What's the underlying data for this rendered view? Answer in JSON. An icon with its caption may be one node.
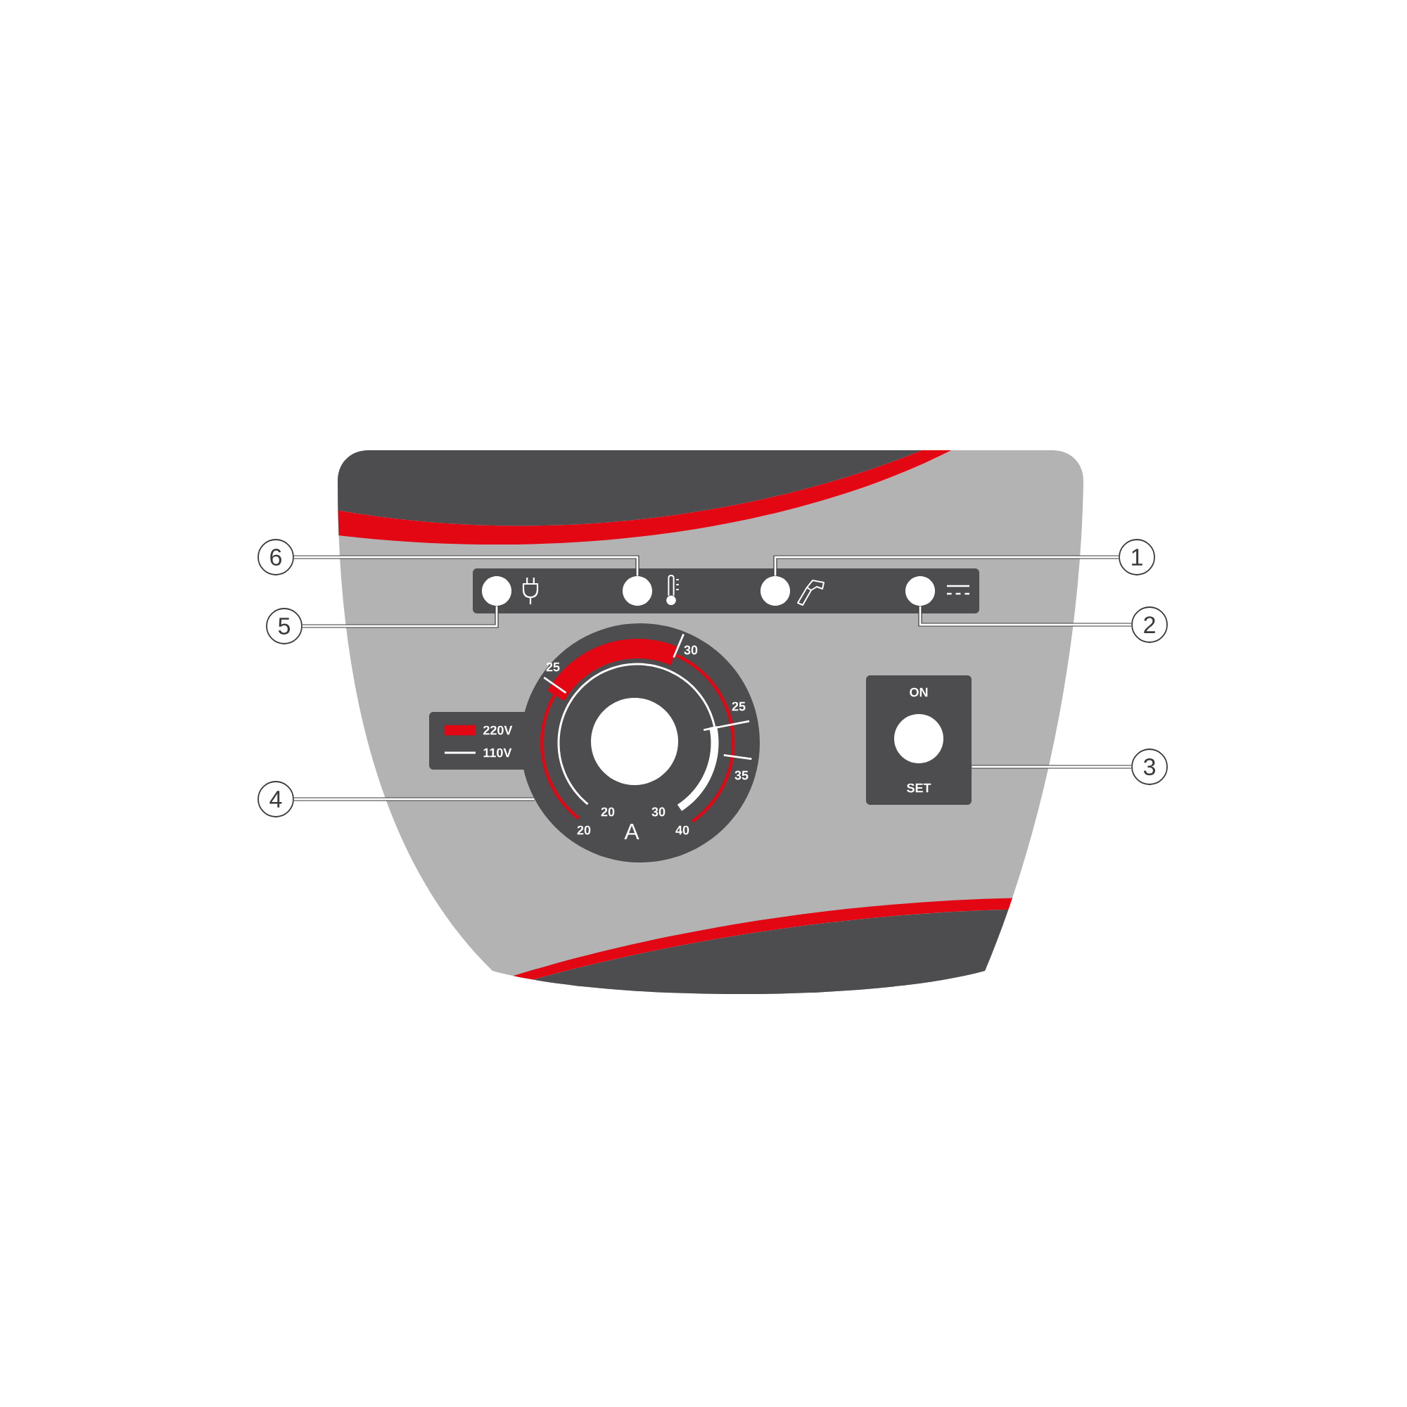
{
  "diagram": {
    "nodes": [
      {
        "text": [
          "6"
        ]
      },
      {
        "text": [
          "1"
        ]
      },
      {
        "text": [],
        "shape": "circle"
      },
      {
        "text": [],
        "shape": "circle"
      },
      {
        "text": [],
        "shape": "circle"
      },
      {
        "text": [],
        "shape": "circle"
      },
      {
        "text": [
          "5"
        ]
      },
      {
        "text": [
          "2"
        ]
      },
      {
        "text": [],
        "shape": "circle"
      },
      {
        "text": [],
        "shape": "circle",
        "in": 8
      },
      {
        "text": [
          "ON",
          "SET"
        ]
      },
      {
        "text": [],
        "shape": "circle",
        "in": 10
      },
      {
        "text": [
          "3"
        ]
      },
      {
        "text": [
          "4"
        ]
      }
    ],
    "edges": [
      {
        "from": 0,
        "to": 3,
        "arrow": "none"
      },
      {
        "from": 1,
        "to": 4,
        "arrow": "none"
      },
      {
        "from": 6,
        "to": 2,
        "arrow": "none"
      },
      {
        "from": 7,
        "to": 5,
        "arrow": "none"
      },
      {
        "from": 12,
        "to": 10,
        "arrow": "none"
      },
      {
        "from": 13,
        "to": 8,
        "arrow": "none"
      }
    ],
    "labels": [
      "30",
      "25",
      "25",
      "35",
      "20",
      "30",
      "20",
      "A",
      "40"
    ],
    "legend": [
      {
        "text": "220V",
        "color": "#e30613"
      },
      {
        "text": "110V"
      }
    ]
  }
}
